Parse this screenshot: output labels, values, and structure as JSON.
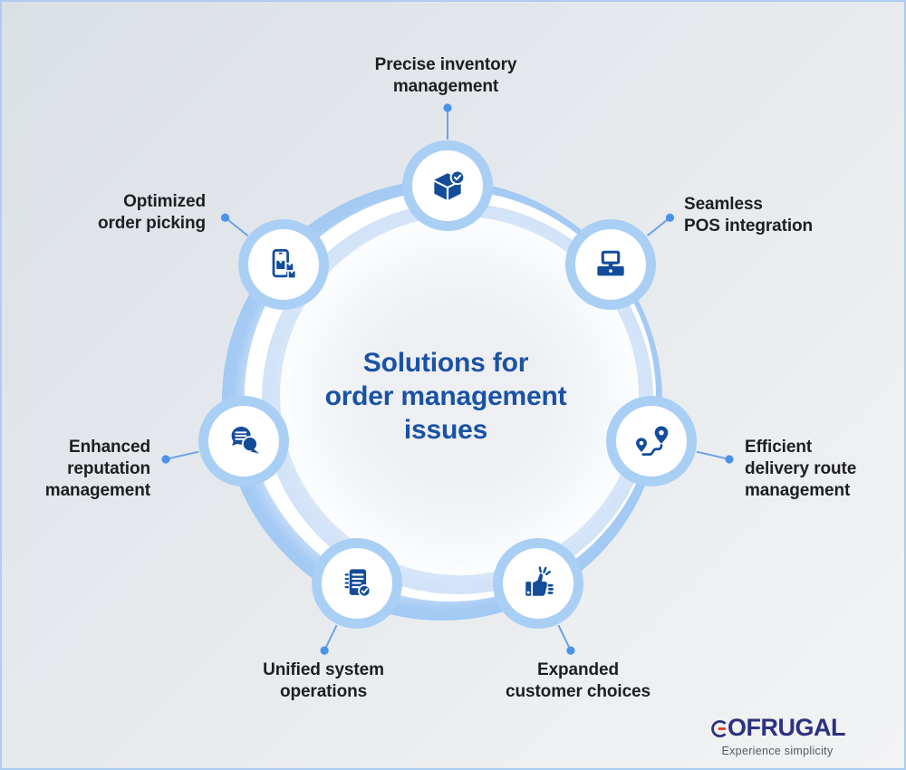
{
  "title": {
    "line1": "Solutions for",
    "line2": "order management",
    "line3": "issues"
  },
  "nodes": [
    {
      "label_line1": "Precise inventory",
      "label_line2": "management",
      "icon": "inventory-box-check"
    },
    {
      "label_line1": "Seamless",
      "label_line2": "POS integration",
      "icon": "pos-terminal"
    },
    {
      "label_line1": "Efficient",
      "label_line2": "delivery route",
      "label_line3": "management",
      "icon": "delivery-route"
    },
    {
      "label_line1": "Expanded",
      "label_line2": "customer choices",
      "icon": "thumbs-up"
    },
    {
      "label_line1": "Unified system",
      "label_line2": "operations",
      "icon": "document-check"
    },
    {
      "label_line1": "Enhanced",
      "label_line2": "reputation",
      "label_line3": "management",
      "icon": "chat-bubbles"
    },
    {
      "label_line1": "Optimized",
      "label_line2": "order picking",
      "icon": "phone-boxes"
    }
  ],
  "logo": {
    "brand": "GOFRUGAL",
    "brand_suffix": "OFRUGAL",
    "tagline": "Experience simplicity"
  },
  "colors": {
    "title_blue": "#1a52a5",
    "icon_blue": "#134d9a",
    "node_ring_blue": "#a9cff5",
    "outer_ring_blue": "#a5cbf4",
    "pale_ring_blue": "#d2e3f8",
    "connector_blue": "#4b93e9",
    "label_dark": "#1d1e20",
    "logo_navy": "#2d3180",
    "logo_red": "#e8392c",
    "background_gray": "#e7eaed"
  }
}
